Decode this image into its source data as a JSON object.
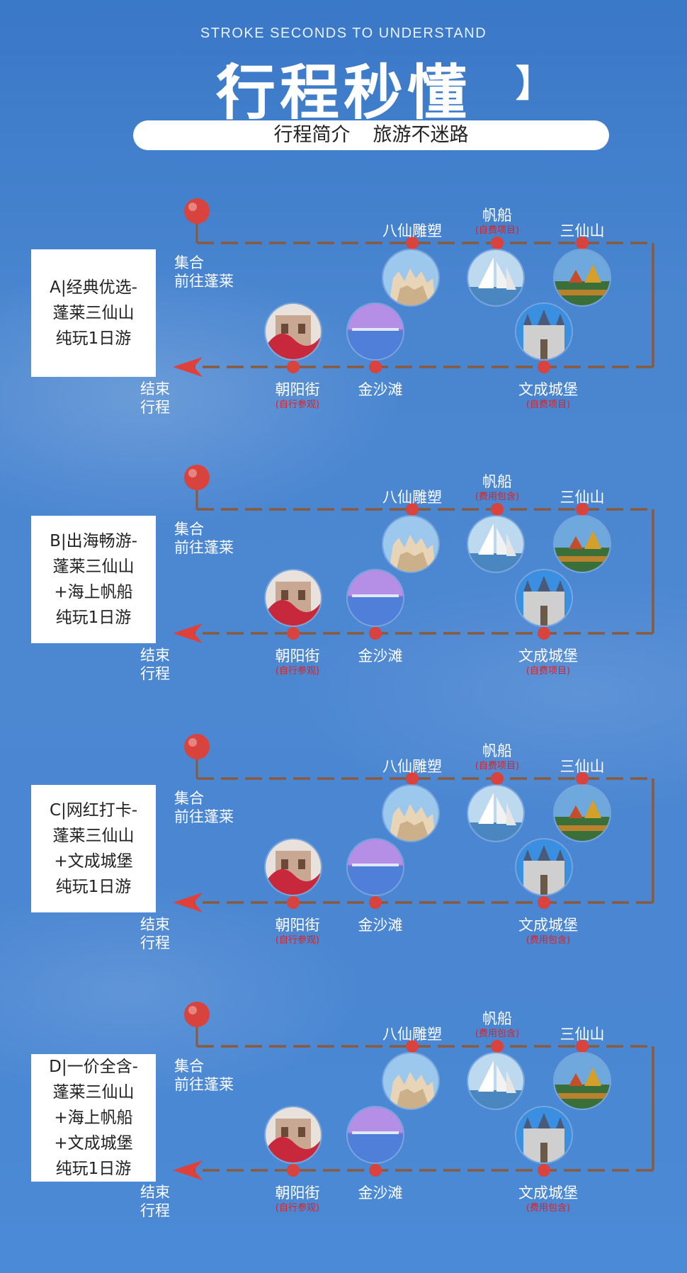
{
  "header": {
    "subtitle": "STROKE SECONDS TO UNDERSTAND",
    "bracket_left": "【",
    "bracket_right": "】",
    "title": "行程秒懂",
    "pill_left": "行程简介",
    "pill_right": "旅游不迷路"
  },
  "start": {
    "line1": "集合",
    "line2": "前往蓬莱"
  },
  "end": {
    "line1": "结束",
    "line2": "行程"
  },
  "stops_top": {
    "baxian": "八仙雕塑",
    "fanchuan": "帆船",
    "sanxian": "三仙山"
  },
  "stops_bottom": {
    "chaoyang": "朝阳街",
    "jinsha": "金沙滩",
    "wencheng": "文成城堡"
  },
  "routes": [
    {
      "label": "A|经典优选-\n蓬莱三仙山\n纯玩1日游",
      "fanchuan_note": "(自费项目)",
      "chaoyang_note": "(自行参观)",
      "wencheng_note": "(自费项目)"
    },
    {
      "label": "B|出海畅游-\n蓬莱三仙山\n+海上帆船\n纯玩1日游",
      "fanchuan_note": "(费用包含)",
      "chaoyang_note": "(自行参观)",
      "wencheng_note": "(自费项目)"
    },
    {
      "label": "C|网红打卡-\n蓬莱三仙山\n+文成城堡\n纯玩1日游",
      "fanchuan_note": "(自费项目)",
      "chaoyang_note": "(自行参观)",
      "wencheng_note": "(费用包含)"
    },
    {
      "label": "D|一价全含-\n蓬莱三仙山\n+海上帆船\n+文成城堡\n纯玩1日游",
      "fanchuan_note": "(费用包含)",
      "chaoyang_note": "(自行参观)",
      "wencheng_note": "(费用包含)"
    }
  ],
  "colors": {
    "route_line": "#8a5a3c",
    "dot": "#d9433d",
    "note": "#e02020",
    "background": "#4a86d0"
  },
  "icons": {
    "arrow": "arrow-left-icon",
    "pin": "start-pin-icon"
  }
}
